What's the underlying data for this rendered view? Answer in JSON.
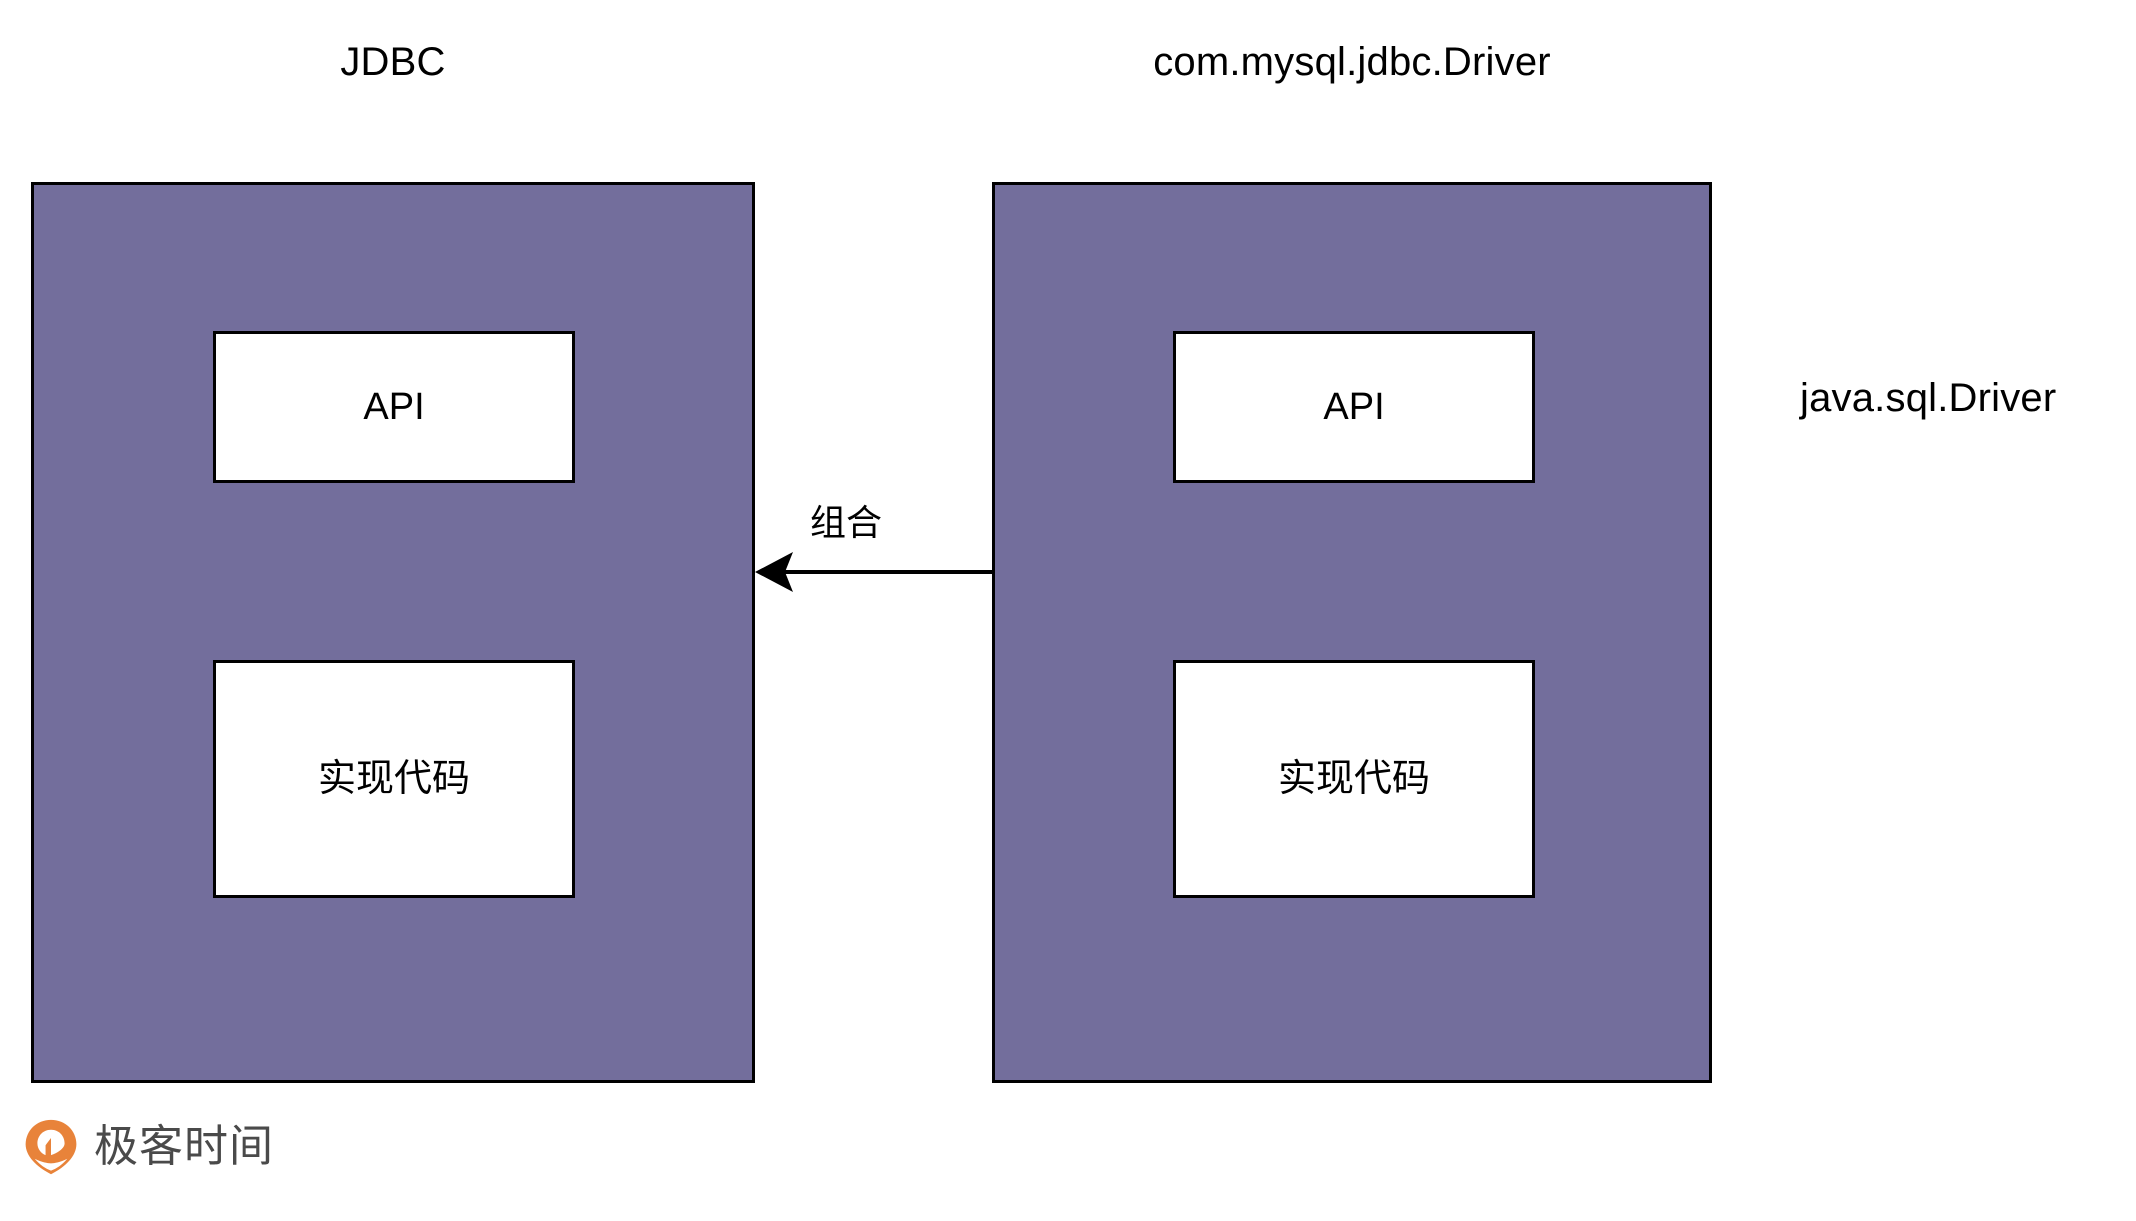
{
  "diagram": {
    "title_left": "JDBC",
    "title_right": "com.mysql.jdbc.Driver",
    "side_label_right": "java.sql.Driver",
    "relation_label": "组合",
    "relation_direction": "right-to-left",
    "colors": {
      "panel_fill": "#736E9C",
      "panel_border": "#000000",
      "inner_box_fill": "#FFFFFF",
      "inner_box_border": "#000000",
      "background": "#FFFFFF",
      "logo_orange": "#E8833A",
      "logo_text": "#4A4A4A"
    },
    "panels": [
      {
        "id": "jdbc",
        "title": "JDBC",
        "boxes": [
          {
            "id": "jdbc-api",
            "label": "API"
          },
          {
            "id": "jdbc-impl",
            "label": "实现代码"
          }
        ]
      },
      {
        "id": "mysql-driver",
        "title": "com.mysql.jdbc.Driver",
        "boxes": [
          {
            "id": "mysql-api",
            "label": "API"
          },
          {
            "id": "mysql-impl",
            "label": "实现代码"
          }
        ]
      }
    ]
  },
  "logo": {
    "text": "极客时间",
    "mark": "geektime-pin-icon"
  }
}
